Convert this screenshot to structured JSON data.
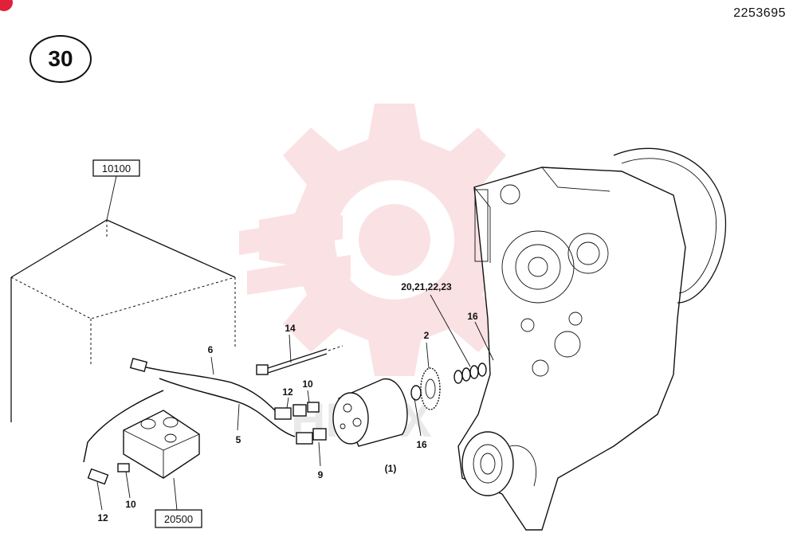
{
  "document_number": "2253695",
  "sequence_number": "30",
  "watermark": {
    "text": "HITEX",
    "color": "#f2b6bd"
  },
  "accent_color": "#e0213a",
  "reference_boxes": {
    "top_group": "10100",
    "bottom_group": "20500"
  },
  "callouts": {
    "c14": "14",
    "c6": "6",
    "c10_upper": "10",
    "c12_upper": "12",
    "c5": "5",
    "c9": "9",
    "c1": "(1)",
    "c16_lower": "16",
    "c2": "2",
    "c20_23": "20,21,22,23",
    "c16_upper": "16",
    "c12_lower": "12",
    "c10_lower": "10"
  }
}
